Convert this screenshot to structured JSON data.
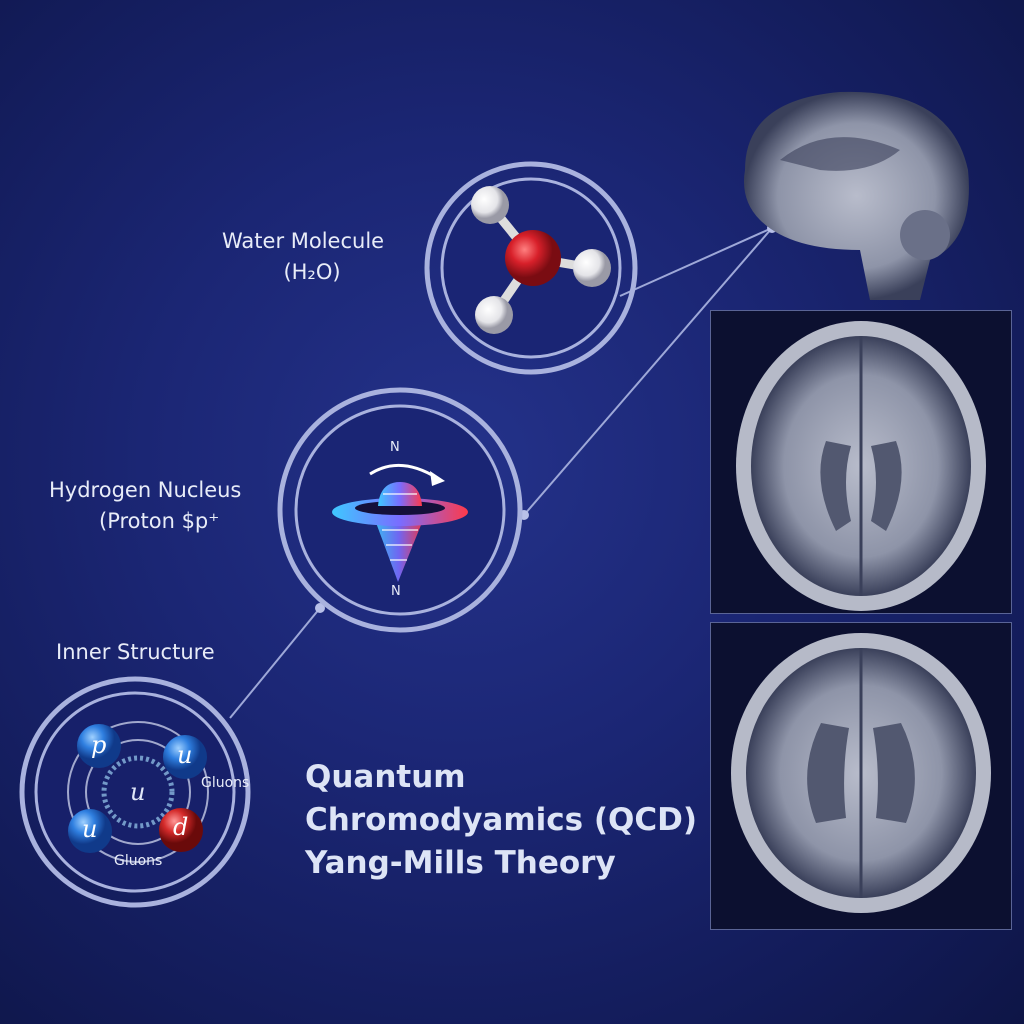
{
  "labels": {
    "water": "Water Molecule",
    "water_formula": "(H₂O)",
    "hydrogen": "Hydrogen Nucleus",
    "proton": "(Proton $p⁺",
    "inner": "Inner Structure",
    "north_top": "N",
    "north_bottom": "N",
    "gluons_right": "Gluons",
    "gluons_bottom": "Gluons"
  },
  "quarks": [
    {
      "symbol": "p",
      "color": "#2f7fe0"
    },
    {
      "symbol": "u",
      "color": "#2f7fe0"
    },
    {
      "symbol": "u",
      "color": "#2f7fe0"
    },
    {
      "symbol": "d",
      "color": "#d42a2a"
    },
    {
      "symbol": "u",
      "color": "#c9d4f0"
    }
  ],
  "title": {
    "line1": "Quantum",
    "line2": "Chromodyamics (QCD)",
    "line3": "Yang-Mills Theory"
  },
  "colors": {
    "background": "#1b2674",
    "ring": "#a9b2de",
    "oxygen": "#d8202a",
    "hydrogen_atom": "#f0f0f0"
  }
}
